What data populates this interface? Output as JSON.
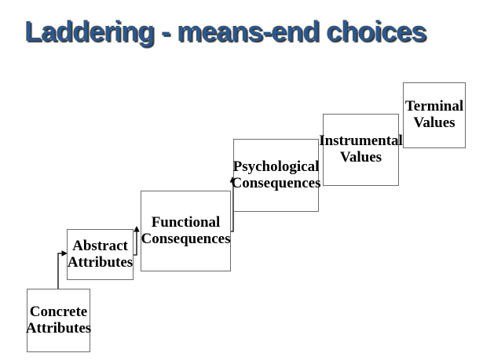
{
  "slide": {
    "title": "Laddering - means-end choices",
    "title_color": "#2E5789",
    "background_color": "#FFFFFF"
  },
  "diagram": {
    "type": "means-end-chain-ladder",
    "box_border_color": "#6B6B6B",
    "box_text_color": "#000000",
    "arrow_color": "#000000",
    "steps": [
      {
        "name": "concrete-attributes",
        "lines": [
          "Concrete",
          "Attributes"
        ]
      },
      {
        "name": "abstract-attributes",
        "lines": [
          "Abstract",
          "Attributes"
        ]
      },
      {
        "name": "functional-consequences",
        "lines": [
          "Functional",
          "Consequences"
        ]
      },
      {
        "name": "psychological-consequences",
        "lines": [
          "Psychological",
          "Consequences"
        ]
      },
      {
        "name": "instrumental-values",
        "lines": [
          "Instrumental",
          "Values"
        ]
      },
      {
        "name": "terminal-values",
        "lines": [
          "Terminal",
          "Values"
        ]
      }
    ],
    "connectors": [
      {
        "from": "Concrete Attributes",
        "to": "Abstract Attributes"
      },
      {
        "from": "Abstract Attributes",
        "to": "Functional Consequences"
      },
      {
        "from": "Functional Consequences",
        "to": "Psychological Consequences"
      }
    ]
  }
}
